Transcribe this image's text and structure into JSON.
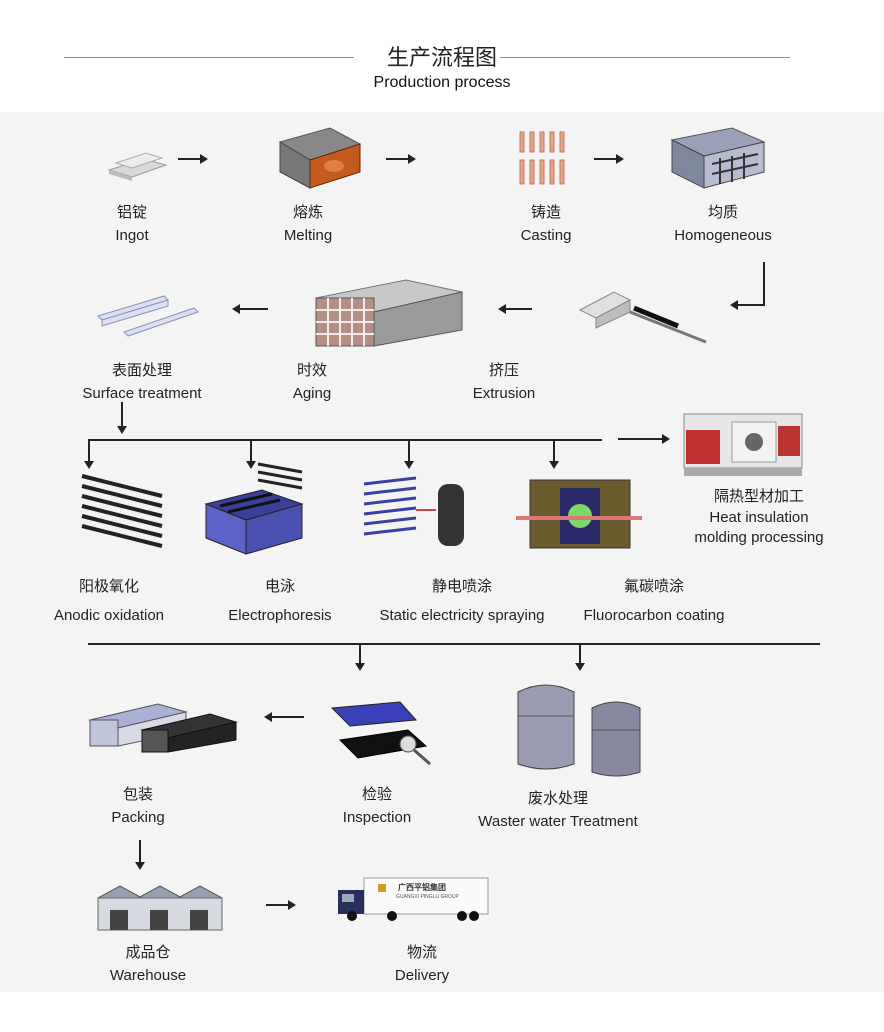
{
  "header": {
    "title_zh": "生产流程图",
    "title_en": "Production process"
  },
  "steps": {
    "ingot": {
      "zh": "铝锭",
      "en": "Ingot"
    },
    "melting": {
      "zh": "熔炼",
      "en": "Melting"
    },
    "casting": {
      "zh": "铸造",
      "en": "Casting"
    },
    "homogeneous": {
      "zh": "均质",
      "en": "Homogeneous"
    },
    "surface": {
      "zh": "表面处理",
      "en": "Surface treatment"
    },
    "aging": {
      "zh": "时效",
      "en": "Aging"
    },
    "extrusion": {
      "zh": "挤压",
      "en": "Extrusion"
    },
    "heat_insulation": {
      "zh": "隔热型材加工",
      "en1": "Heat insulation",
      "en2": "molding processing"
    },
    "anodic": {
      "zh": "阳极氧化",
      "en": "Anodic oxidation"
    },
    "electrophoresis": {
      "zh": "电泳",
      "en": "Electrophoresis"
    },
    "static": {
      "zh": "静电喷涂",
      "en": "Static electricity spraying"
    },
    "fluorocarbon": {
      "zh": "氟碳喷涂",
      "en": "Fluorocarbon coating"
    },
    "packing": {
      "zh": "包装",
      "en": "Packing"
    },
    "inspection": {
      "zh": "检验",
      "en": "Inspection"
    },
    "waste": {
      "zh": "废水处理",
      "en": "Waster water Treatment"
    },
    "warehouse": {
      "zh": "成品仓",
      "en": "Warehouse"
    },
    "delivery": {
      "zh": "物流",
      "en": "Delivery"
    }
  },
  "truck": {
    "brand_zh": "广西平铝集团",
    "brand_en": "GUANGXI PINGLU GROUP"
  },
  "colors": {
    "accent_line": "#3bb8b0",
    "arrow": "#222222"
  }
}
